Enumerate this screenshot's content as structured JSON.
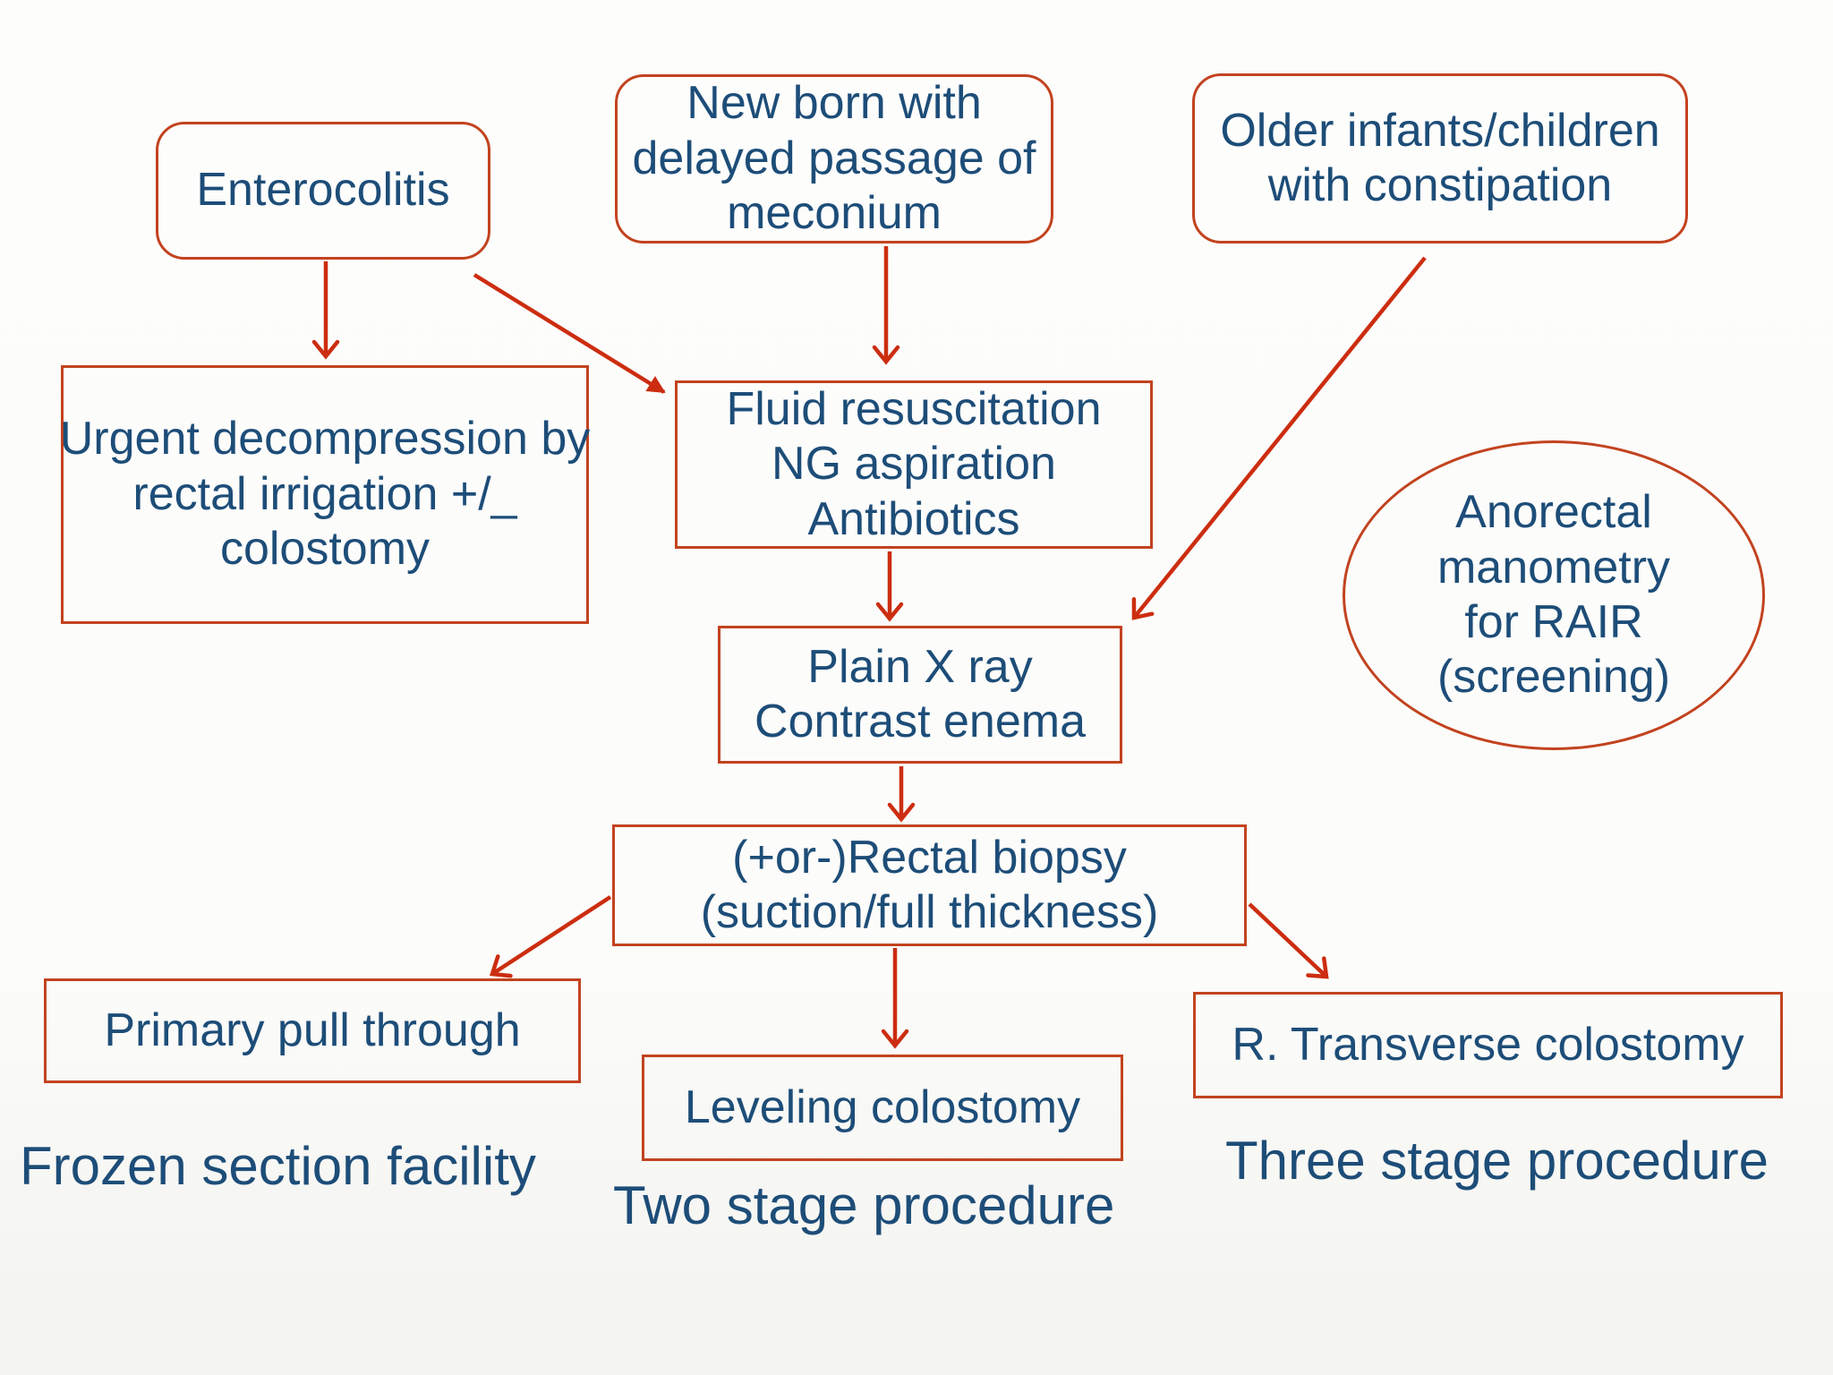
{
  "diagram": {
    "nodes": {
      "enterocolitis": {
        "label": "Enterocolitis"
      },
      "newborn": {
        "line1": "New born with",
        "line2": "delayed passage of",
        "line3": "meconium"
      },
      "older": {
        "line1": "Older infants/children",
        "line2": "with constipation"
      },
      "urgent": {
        "line1": "Urgent decompression by",
        "line2": "rectal irrigation +/_",
        "line3": "colostomy"
      },
      "fluid": {
        "line1": "Fluid resuscitation",
        "line2": "NG aspiration",
        "line3": "Antibiotics"
      },
      "manometry": {
        "line1": "Anorectal",
        "line2": "manometry",
        "line3": "for RAIR",
        "line4": "(screening)"
      },
      "xray": {
        "line1": "Plain X ray",
        "line2": "Contrast enema"
      },
      "biopsy": {
        "line1": "(+or-)Rectal biopsy",
        "line2": "(suction/full thickness)"
      },
      "primary": {
        "label": "Primary pull through"
      },
      "leveling": {
        "label": "Leveling colostomy"
      },
      "transverse": {
        "label": "R. Transverse colostomy"
      }
    },
    "captions": {
      "frozen": "Frozen section facility",
      "two_stage": "Two stage procedure",
      "three_stage": "Three stage procedure"
    },
    "colors": {
      "box_border": "#c2431f",
      "arrow": "#cc2d10",
      "text": "#1d4d78",
      "background": "#fdfdfc"
    }
  }
}
